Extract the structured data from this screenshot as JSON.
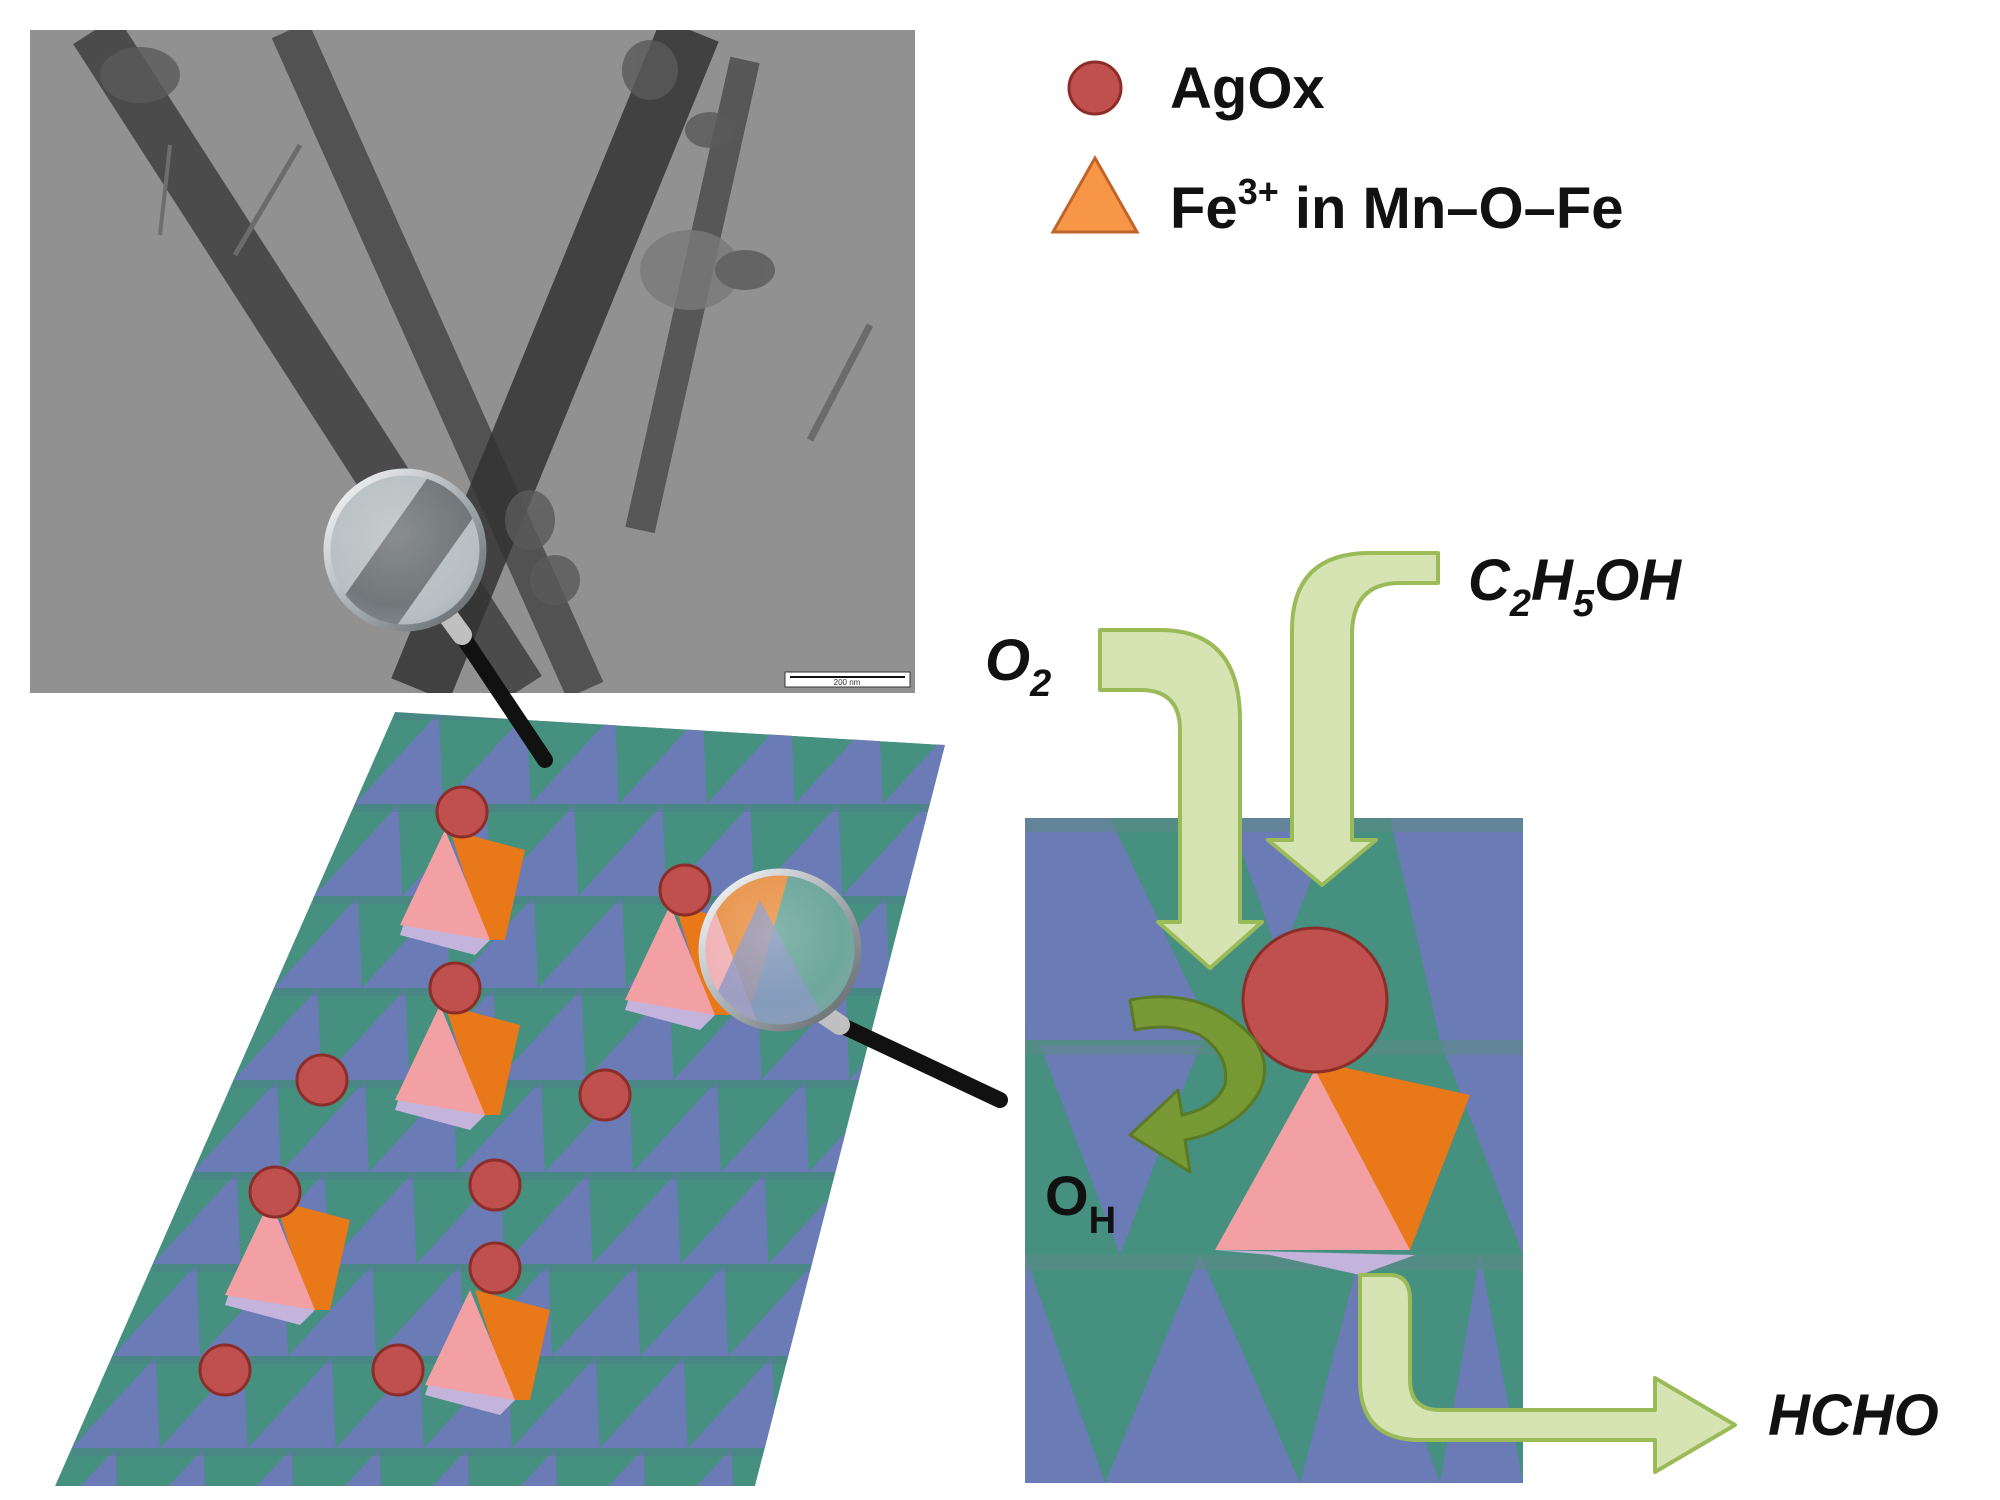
{
  "legend": {
    "items": [
      {
        "shape": "circle",
        "label": "AgOx",
        "color": "#c0504d"
      },
      {
        "shape": "triangle",
        "label_main": "Fe",
        "label_sup": "3+",
        "label_rest": " in Mn–O–Fe",
        "color": "#f79646"
      }
    ]
  },
  "micrograph": {
    "scale_bar_label": "200 nm"
  },
  "reactants": {
    "o2": {
      "main": "O",
      "sub": "2"
    },
    "ethanol": {
      "c": "C",
      "c_sub": "2",
      "h": "H",
      "h_sub": "5",
      "oh": "OH"
    },
    "oh_site": {
      "main": "O",
      "sub": "H"
    }
  },
  "product": {
    "label": "HCHO"
  },
  "colors": {
    "octa_blue": "#6a7bb5",
    "octa_teal": "#45907f",
    "agox": "#c0504d",
    "agox_stroke": "#8c2d2a",
    "fe_orange": "#e87818",
    "fe_pink": "#f2a0a4",
    "lavender": "#c4b4dc",
    "arrow_fill": "#d6e4b4",
    "arrow_stroke": "#9bbb59",
    "curved_arrow": "#7a9a30",
    "micrograph_bg": "#8c8c8c"
  },
  "icons": [
    "magnifier-icon",
    "curved-arrow-icon",
    "flow-arrow-icon"
  ]
}
